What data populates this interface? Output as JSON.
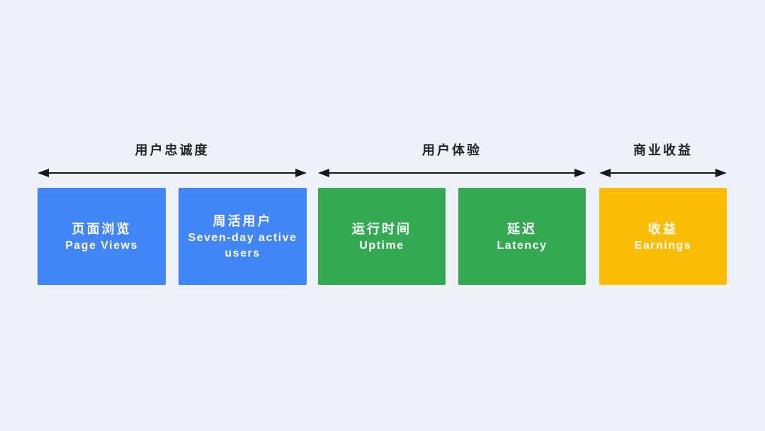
{
  "page": {
    "background": "#eef2f7",
    "arrow_color": "#15181d",
    "label_color": "#20242b",
    "box_text_color": "#ffffff"
  },
  "groups": [
    {
      "label": "用户忠诚度",
      "color": "#4285f4",
      "boxes": [
        {
          "title": "页面浏览",
          "subtitle": "Page Views"
        },
        {
          "title": "周活用户",
          "subtitle": "Seven-day active users"
        }
      ]
    },
    {
      "label": "用户体验",
      "color": "#34a853",
      "boxes": [
        {
          "title": "运行时间",
          "subtitle": "Uptime"
        },
        {
          "title": "延迟",
          "subtitle": "Latency"
        }
      ]
    },
    {
      "label": "商业收益",
      "color": "#fbbc05",
      "boxes": [
        {
          "title": "收益",
          "subtitle": "Earnings"
        }
      ]
    }
  ]
}
